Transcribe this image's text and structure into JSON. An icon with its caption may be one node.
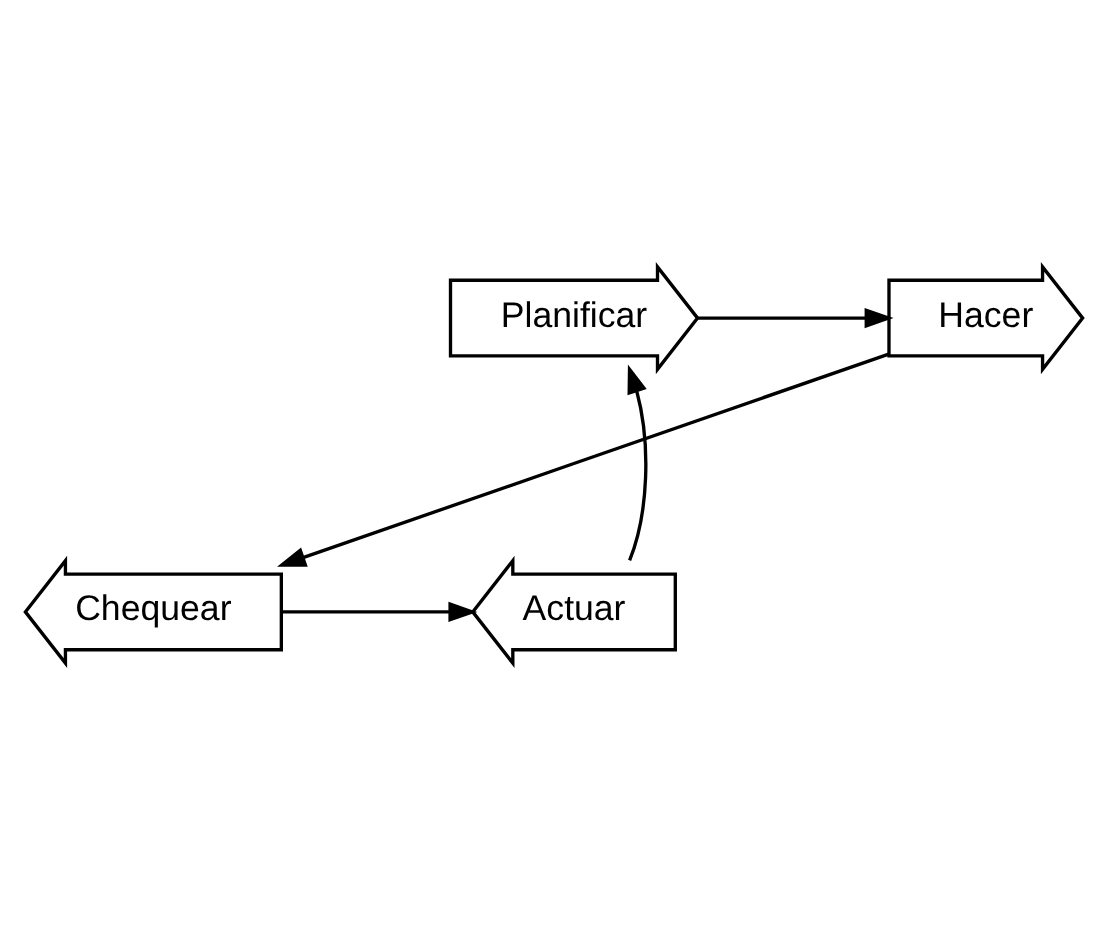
{
  "diagram": {
    "nodes": [
      {
        "text": [
          "Planificar"
        ]
      },
      {
        "text": [
          "Hacer"
        ]
      },
      {
        "text": [
          "Actuar"
        ]
      },
      {
        "text": [
          "Chequear"
        ]
      }
    ],
    "edges": [
      {
        "from": 0,
        "to": 1,
        "arrow": "to"
      },
      {
        "from": 1,
        "to": 3,
        "arrow": "to"
      },
      {
        "from": 3,
        "to": 2,
        "arrow": "to"
      },
      {
        "from": 2,
        "to": 0,
        "arrow": "to"
      }
    ]
  }
}
